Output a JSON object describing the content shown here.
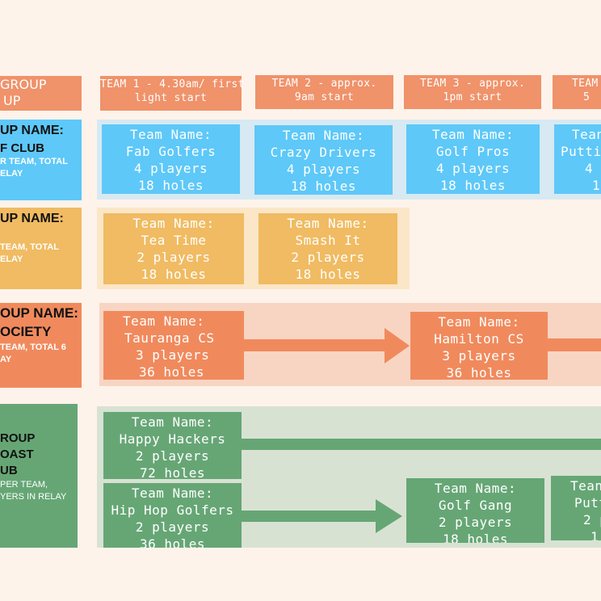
{
  "header": {
    "group_label": [
      "GROUP",
      "UP"
    ],
    "columns": [
      [
        "TEAM 1 - 4.30am/ first",
        "light start"
      ],
      [
        "TEAM 2 - approx.",
        "9am start"
      ],
      [
        "TEAM 3 - approx.",
        "1pm start"
      ],
      [
        "TEAM",
        "5"
      ]
    ]
  },
  "groups": [
    {
      "label": [
        "UP NAME:",
        "F CLUB",
        "R TEAM, TOTAL",
        "ELAY"
      ],
      "teams": [
        [
          "Team Name:",
          "Fab Golfers",
          "4 players",
          "18 holes"
        ],
        [
          "Team Name:",
          "Crazy Drivers",
          "4 players",
          "18 holes"
        ],
        [
          "Team Name:",
          "Golf Pros",
          "4 players",
          "18 holes"
        ],
        [
          "Tean",
          "Puttin",
          "4 p",
          "1"
        ]
      ]
    },
    {
      "label": [
        "UP NAME:",
        "",
        "TEAM, TOTAL",
        "ELAY"
      ],
      "teams": [
        [
          "Team Name:",
          "Tea Time",
          "2 players",
          "18 holes"
        ],
        [
          "Team Name:",
          "Smash It",
          "2 players",
          "18 holes"
        ]
      ]
    },
    {
      "label": [
        "OUP NAME:",
        "OCIETY",
        "TEAM, TOTAL 6",
        "AY"
      ],
      "teams": [
        [
          "Team Name:",
          "Tauranga CS",
          "3 players",
          "36 holes"
        ],
        [
          "Team Name:",
          "Hamilton CS",
          "3 players",
          "36 holes"
        ]
      ]
    },
    {
      "label": [
        "ROUP",
        "OAST",
        "UB",
        "PER TEAM,",
        "YERS IN RELAY"
      ],
      "teams": [
        [
          "Team Name:",
          "Happy Hackers",
          "2 players",
          "72 holes"
        ],
        [
          "Team Name:",
          "Hip Hop Golfers",
          "2 players",
          "36 holes"
        ],
        [
          "Team Name:",
          "Golf Gang",
          "2 players",
          "18 holes"
        ],
        [
          "Tean",
          "Putt",
          "2 p",
          "1"
        ]
      ]
    }
  ],
  "colors": {
    "background": "#fdf3ea",
    "header": "#f0926a",
    "blue_card": "#5ec8f8",
    "blue_band": "#d7e9f2",
    "yellow_card": "#f0bb62",
    "yellow_band": "#fbe6c7",
    "salmon_card": "#f08a5d",
    "salmon_band": "#f8d5c3",
    "green_card": "#66a675",
    "green_band": "#d8e2d3",
    "green_label": "#66a675"
  }
}
